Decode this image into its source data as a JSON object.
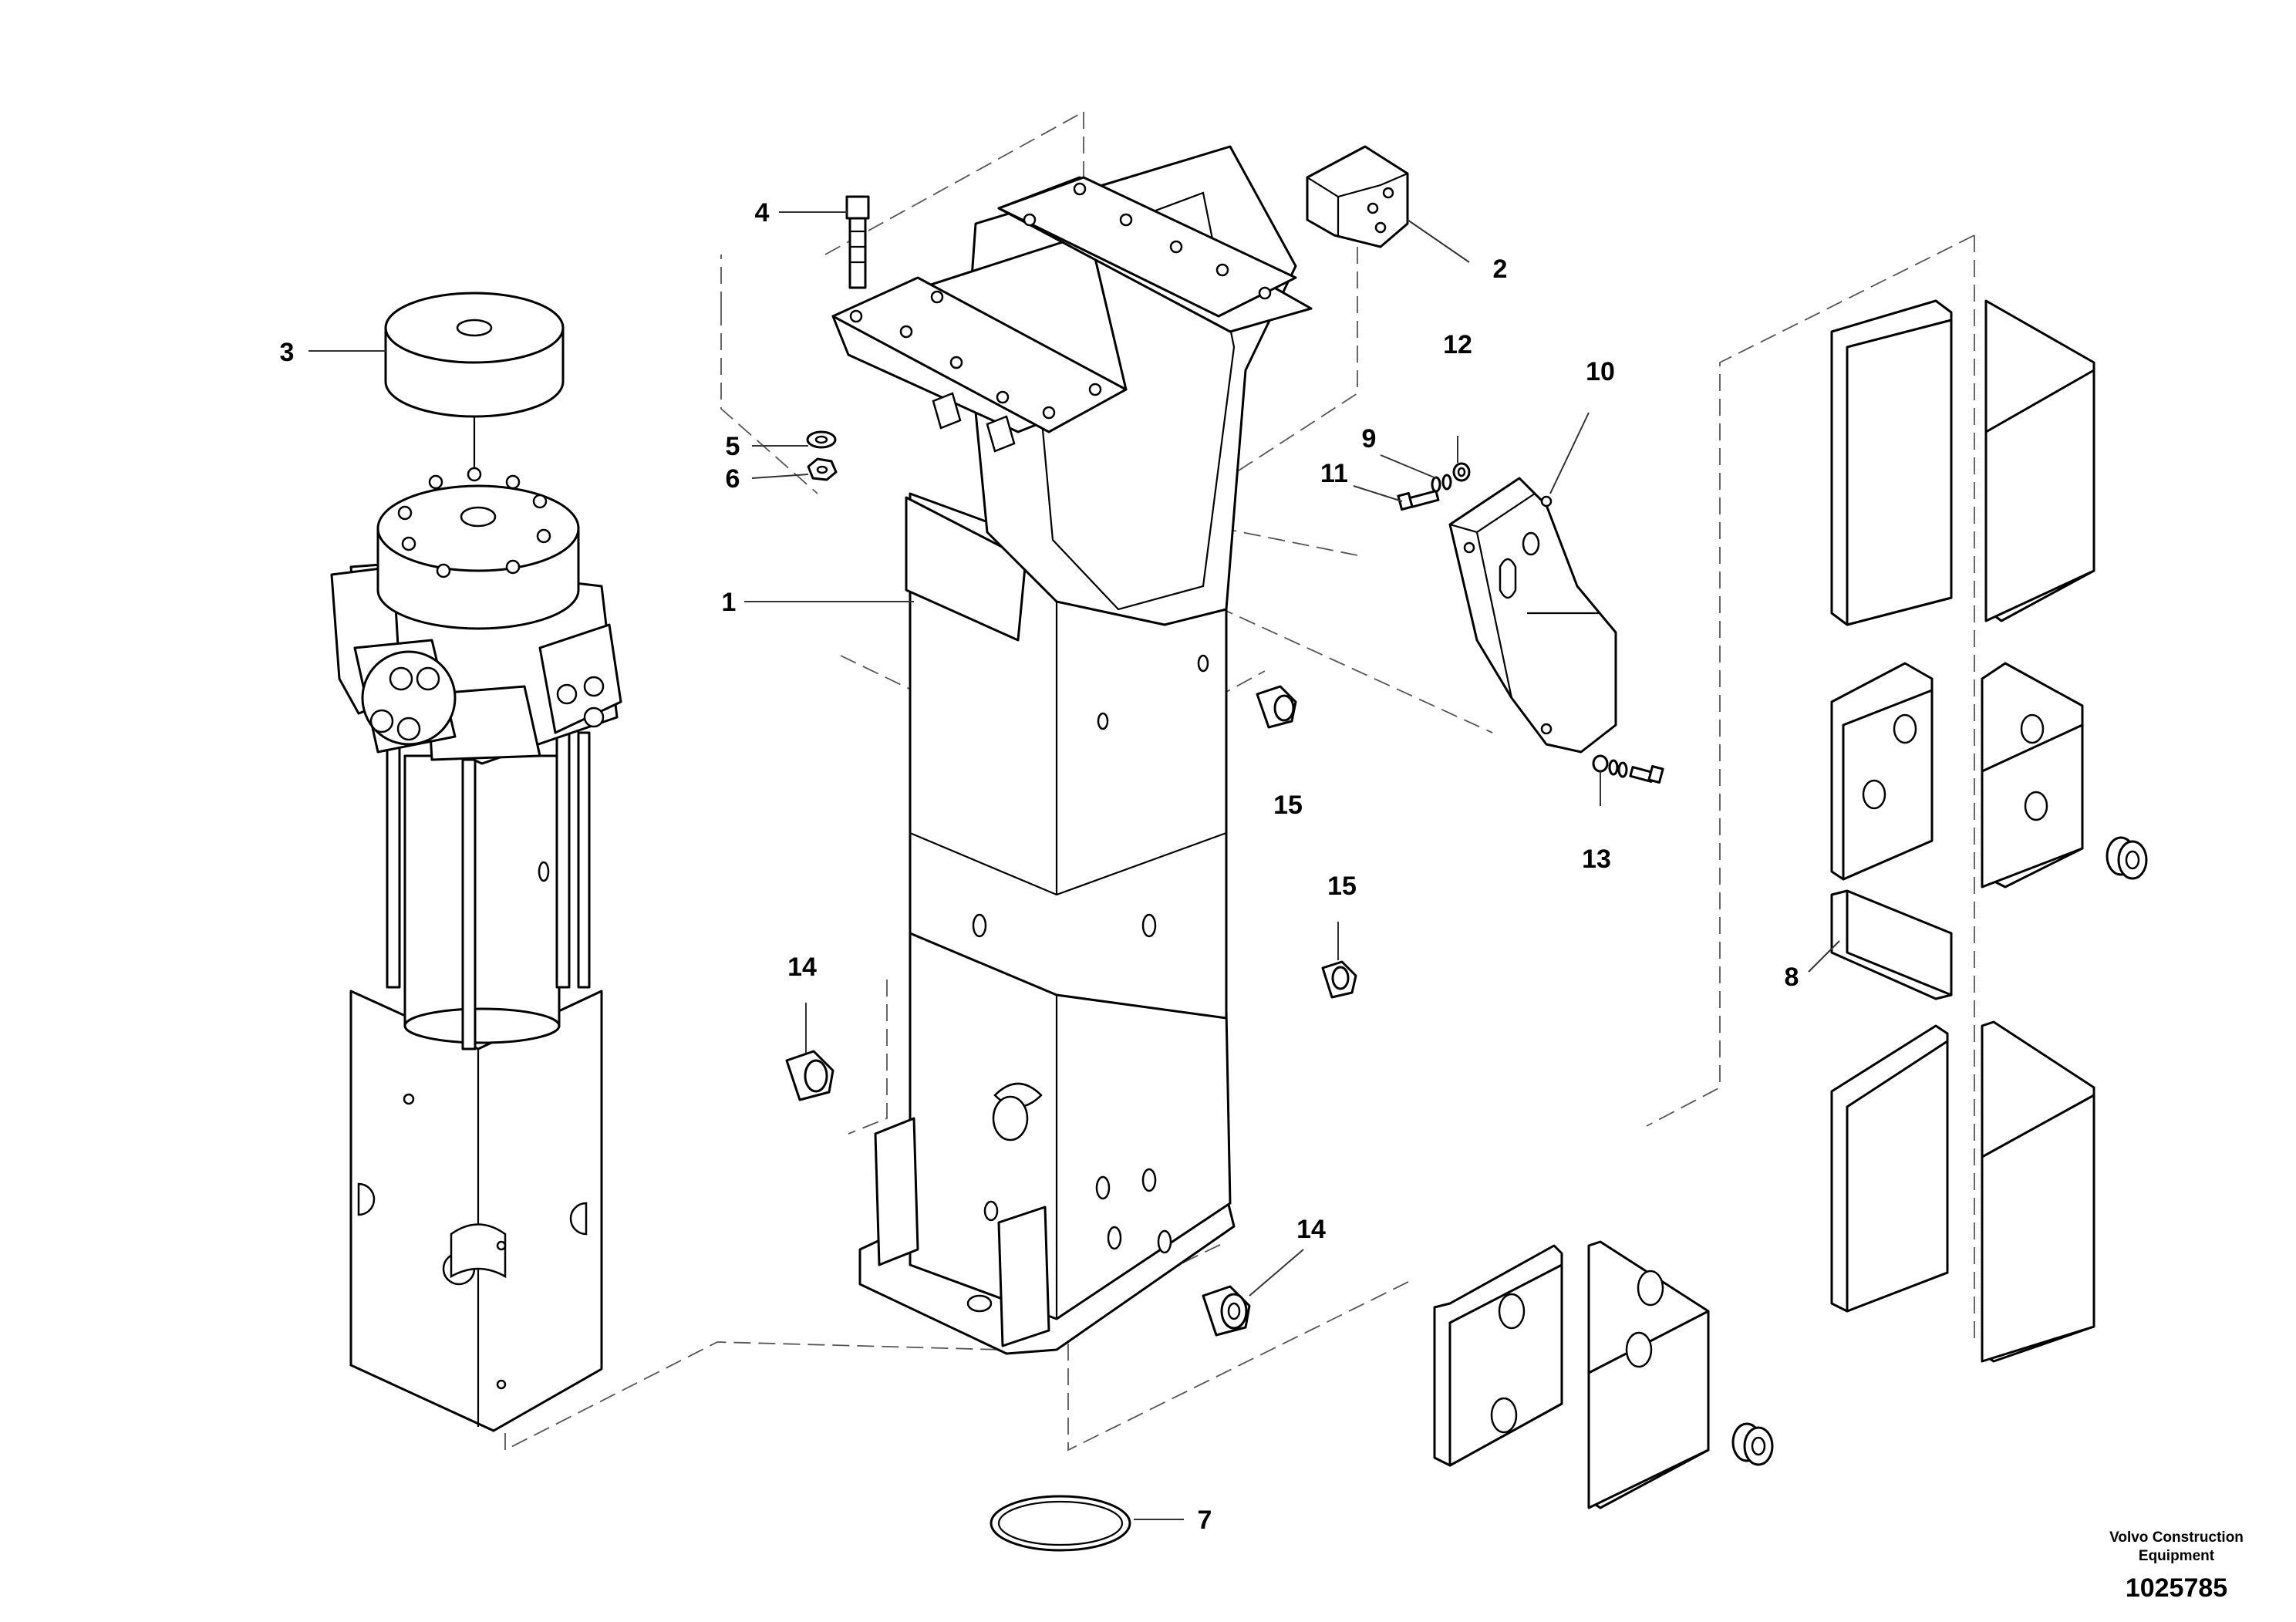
{
  "callouts": [
    "1",
    "2",
    "3",
    "4",
    "5",
    "6",
    "7",
    "8",
    "9",
    "10",
    "11",
    "12",
    "13",
    "14",
    "14",
    "15",
    "15"
  ],
  "footer": {
    "brand_line1": "Volvo Construction",
    "brand_line2": "Equipment",
    "document_number": "1025785"
  },
  "colors": {
    "line": "#000000",
    "background": "#ffffff"
  }
}
